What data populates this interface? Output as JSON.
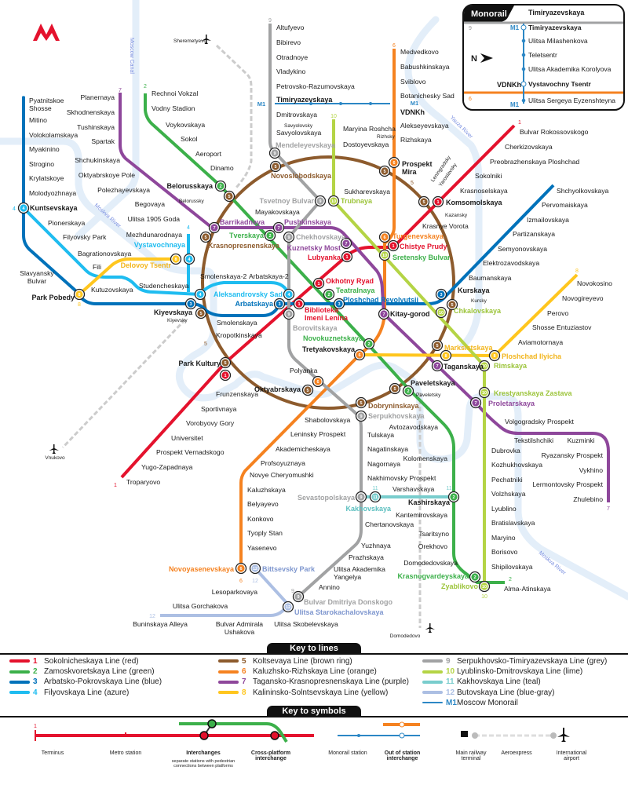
{
  "logo": "M",
  "lines": [
    {
      "num": "1",
      "name": "Sokolnicheskaya Line (red)",
      "color": "#e4122d"
    },
    {
      "num": "2",
      "name": "Zamoskvoretskaya Line (green)",
      "color": "#3cb04a"
    },
    {
      "num": "3",
      "name": "Arbatsko-Pokrovskaya Line (blue)",
      "color": "#0072ba"
    },
    {
      "num": "4",
      "name": "Filyovskaya Line (azure)",
      "color": "#1ebcf0"
    },
    {
      "num": "5",
      "name": "Koltsevaya Line (brown ring)",
      "color": "#8d5b2d"
    },
    {
      "num": "6",
      "name": "Kaluzhsko-Rizhskaya Line (orange)",
      "color": "#f58220"
    },
    {
      "num": "7",
      "name": "Tagansko-Krasnopresnenskaya Line (purple)",
      "color": "#8e479b"
    },
    {
      "num": "8",
      "name": "Kalininsko-Solntsevskaya Line (yellow)",
      "color": "#ffc61e"
    },
    {
      "num": "9",
      "name": "Serpukhovsko-Timiryazevskaya Line (grey)",
      "color": "#a1a2a3"
    },
    {
      "num": "10",
      "name": "Lyublinsko-Dmitrovskaya Line (lime)",
      "color": "#b4d445"
    },
    {
      "num": "11",
      "name": "Kakhovskaya Line (teal)",
      "color": "#79cdcd"
    },
    {
      "num": "12",
      "name": "Butovskaya Line (blue-gray)",
      "color": "#acbfe3"
    },
    {
      "num": "M1",
      "name": "Moscow Monorail",
      "color": "#2c87c5"
    }
  ],
  "stations": {
    "altufyevo": "Altufyevo",
    "bibirevo": "Bibirevo",
    "otradnoye": "Otradnoye",
    "vladykino": "Vladykino",
    "petrovsko": "Petrovsko-Razumovskaya",
    "timiryazevskaya": "Timiryazevskaya",
    "dmitrovskaya": "Dmitrovskaya",
    "savyolovskaya": "Savyolovskaya",
    "mendeleyevskaya": "Mendeleyevskaya",
    "novoslobodskaya": "Novoslobodskaya",
    "medvedkovo": "Medvedkovo",
    "babushkinskaya": "Babushkinskaya",
    "sviblovo": "Sviblovo",
    "botanichesky": "Botanichesky Sad",
    "vdnkh": "VDNKh",
    "alekseyevskaya": "Alekseyevskaya",
    "rizhskaya": "Rizhskaya",
    "prospekt_mira": "Prospekt\nMira",
    "sukharevskaya": "Sukharevskaya",
    "maryina": "Maryina Roshcha",
    "dostoyevskaya": "Dostoyevskaya",
    "trubnaya": "Trubnaya",
    "tsvetnoy": "Tsvetnoy Bulvar",
    "rechnoi": "Rechnoi Vokzal",
    "vodny": "Vodny Stadion",
    "voykovskaya": "Voykovskaya",
    "sokol": "Sokol",
    "aeroport": "Aeroport",
    "dinamo": "Dinamo",
    "belorusskaya": "Belorusskaya",
    "mayakovskaya": "Mayakovskaya",
    "tverskaya": "Tverskaya",
    "planernaya": "Planernaya",
    "skhodnenskaya": "Skhodnenskaya",
    "tushinskaya": "Tushinskaya",
    "spartak": "Spartak",
    "shchukinskaya": "Shchukinskaya",
    "oktyabrskoye": "Oktyabrskoye Pole",
    "polezhayevskaya": "Polezhayevskaya",
    "begovaya": "Begovaya",
    "ulitsa1905": "Ulitsa 1905 Goda",
    "barrikadnaya": "Barrikadnaya",
    "pushkinskaya": "Pushkinskaya",
    "krasnopresnenskaya": "Krasnopresnenskaya",
    "chekhovskaya": "Chekhovskaya",
    "kuznetsky": "Kuznetsky Most",
    "lubyanka": "Lubyanka",
    "pyatnitskoe": "Pyatnitskoe\nShosse",
    "mitino": "Mitino",
    "volokolamskaya": "Volokolamskaya",
    "myakinino": "Myakinino",
    "strogino": "Strogino",
    "krylatskoye": "Krylatskoye",
    "molodyozhnaya": "Molodyozhnaya",
    "kuntsevskaya": "Kuntsevskaya",
    "slavyansky": "Slavyansky\nBulvar",
    "park_pobedy": "Park Pobedy",
    "kiyevskaya": "Kiyevskaya",
    "smolenskaya": "Smolenskaya",
    "arbatskaya": "Arbatskaya",
    "kurskaya": "Kurskaya",
    "baumanskaya": "Baumanskaya",
    "elektrozavodskaya": "Elektrozavodskaya",
    "semyonovskaya": "Semyonovskaya",
    "partizanskaya": "Partizanskaya",
    "izmailovskaya": "Izmailovskaya",
    "pervomaiskaya": "Pervomaiskaya",
    "shchyolkovskaya": "Shchyolkovskaya",
    "ploshchad_rev": "Ploshchad Revolyutsii",
    "pionerskaya": "Pionerskaya",
    "filyovsky": "Filyovsky Park",
    "bagrationovskaya": "Bagrationovskaya",
    "fili": "Fili",
    "studencheskaya": "Studencheskaya",
    "kutuzovskaya": "Kutuzovskaya",
    "mezhdunarodnaya": "Mezhdunarodnaya",
    "vystavochnaya": "Vystavochnaya",
    "delovoy": "Delovoy Tsentr",
    "smolenskaya2": "Smolenskaya-2",
    "arbatskaya2": "Arbatskaya-2",
    "aleksandrovsky": "Aleksandrovsky Sad",
    "rokossovskogo": "Bulvar Rokossovskogo",
    "cherkizovskaya": "Cherkizovskaya",
    "preobrazhenskaya": "Preobrazhenskaya Ploshchad",
    "sokolniki": "Sokolniki",
    "krasnoselskaya": "Krasnoselskaya",
    "komsomolskaya": "Komsomolskaya",
    "krasnye": "Krasnye Vorota",
    "chistye": "Chistye Prudy",
    "turgenevskaya": "Turgenevskaya",
    "sretensky": "Sretensky Bulvar",
    "okhotny": "Okhotny Ryad",
    "teatralnaya": "Teatralnaya",
    "biblioteka": "Biblioteka\nImeni Lenina",
    "borovitskaya": "Borovitskaya",
    "kropotkinskaya": "Kropotkinskaya",
    "park_kultury": "Park Kultury",
    "frunzenskaya": "Frunzenskaya",
    "sportivnaya": "Sportivnaya",
    "vorobyovy": "Vorobyovy Gory",
    "universitet": "Universitet",
    "vernadskogo": "Prospekt Vernadskogo",
    "yugo": "Yugo-Zapadnaya",
    "troparyovo": "Troparyovo",
    "kitay": "Kitay-gorod",
    "novokuznetskaya": "Novokuznetskaya",
    "tretyakovskaya": "Tretyakovskaya",
    "polyanka": "Polyanka",
    "oktyabrskaya": "Oktyabrskaya",
    "dobryninskaya": "Dobryninskaya",
    "serpukhovskaya": "Serpukhovskaya",
    "paveletskaya": "Paveletskaya",
    "shabolovskaya": "Shabolovskaya",
    "leninsky": "Leninsky Prospekt",
    "akademicheskaya": "Akademicheskaya",
    "profsoyuznaya": "Profsoyuznaya",
    "cheryomushki": "Novye Cheryomushki",
    "kaluzhskaya": "Kaluzhskaya",
    "belyayevo": "Belyayevo",
    "konkovo": "Konkovo",
    "tyoply": "Tyoply Stan",
    "yasenevo": "Yasenevo",
    "novoyasenevskaya": "Novoyasenevskaya",
    "bittsevsky": "Bittsevsky Park",
    "lesoparkovaya": "Lesoparkovaya",
    "gorchakova": "Ulitsa Gorchakova",
    "buninskaya": "Buninskaya Alleya",
    "ushakova": "Bulvar Admirala\nUshakova",
    "skobelevskaya": "Ulitsa Skobelevskaya",
    "starokachalovskaya": "Ulitsa Starokachalovskaya",
    "donskogo": "Bulvar Dmitriya Donskogo",
    "annino": "Annino",
    "yangelya": "Ulitsa Akademika\nYangelya",
    "prazhskaya": "Prazhskaya",
    "yuzhnaya": "Yuzhnaya",
    "chertanovskaya": "Chertanovskaya",
    "sevastopolskaya": "Sevastopolskaya",
    "kakhovskaya": "Kakhovskaya",
    "varshavskaya": "Varshavskaya",
    "kashirskaya": "Kashirskaya",
    "nakhimovsky": "Nakhimovsky Prospekt",
    "nagornaya": "Nagornaya",
    "nagatinskaya": "Nagatinskaya",
    "tulskaya": "Tulskaya",
    "avtozavodskaya": "Avtozavodskaya",
    "kolomenskaya": "Kolomenskaya",
    "kantemirovskaya": "Kantemirovskaya",
    "tsaritsyno": "Tsaritsyno",
    "orekhovo": "Orekhovo",
    "domodedovskaya": "Domodedovskaya",
    "krasnogvardeyskaya": "Krasnogvardeyskaya",
    "zyablikovo": "Zyablikovo",
    "alma": "Alma-Atinskaya",
    "novokosino": "Novokosino",
    "novogireyevo": "Novogireyevo",
    "perovo": "Perovo",
    "entuziastov": "Shosse Entuziastov",
    "aviamotornaya": "Aviamotornaya",
    "ilyicha": "Ploshchad Ilyicha",
    "marksistskaya": "Marksistskaya",
    "taganskaya": "Taganskaya",
    "rimskaya": "Rimskaya",
    "chkalovskaya": "Chkalovskaya",
    "krestyanskaya": "Krestyanskaya Zastava",
    "proletarskaya": "Proletarskaya",
    "volgogradsky": "Volgogradsky Prospekt",
    "tekstilshchiki": "Tekstilshchiki",
    "kuzminki": "Kuzminki",
    "ryazansky": "Ryazansky Prospekt",
    "vykhino": "Vykhino",
    "lermontovsky": "Lermontovsky Prospekt",
    "zhulebino": "Zhulebino",
    "dubrovka": "Dubrovka",
    "kozhukhovskaya": "Kozhukhovskaya",
    "pechatniki": "Pechatniki",
    "volzhskaya": "Volzhskaya",
    "lyublino": "Lyublino",
    "bratislavskaya": "Bratislavskaya",
    "maryino": "Maryino",
    "borisovo": "Borisovo",
    "shipilovskaya": "Shipilovskaya"
  },
  "terminals": {
    "savyolovsky": "Savyolovsky",
    "rizhsky": "Rizhsky",
    "belorussky": "Belorussky",
    "leningradsky": "Leningradsky",
    "yaroslavsky": "Yaroslavsky",
    "kazansky": "Kazansky",
    "kursky": "Kursky",
    "kiyevsky": "Kiyevsky",
    "paveletsky": "Paveletsky"
  },
  "airports": {
    "sheremetyevo": "Sheremetyevo",
    "vnukovo": "Vnukovo",
    "domodedovo": "Domodedovo"
  },
  "rivers": {
    "canal": "Moscow Canal",
    "moskva1": "Moskva River",
    "moskva2": "Moskva River",
    "yauza": "Yauza River"
  },
  "inset": {
    "title": "Monorail",
    "stations": [
      "Timiryazevskaya",
      "Ulitsa Milashenkova",
      "Teletsentr",
      "Ulitsa Akademika Korolyova",
      "Vystavochny Tsentr",
      "Ulitsa Sergeya Eyzenshteyna"
    ],
    "top_transfer": "Timiryazevskaya",
    "vdnkh": "VDNKh",
    "compass": "N",
    "line9": "9",
    "line6": "6",
    "m1": "M1"
  },
  "legend": {
    "lines_title": "Key to lines",
    "symbols_title": "Key to symbols",
    "symbols": {
      "terminus": "Terminus",
      "metro_station": "Metro station",
      "interchanges": "Interchanges",
      "interchanges_note": "separate stations with pedestrian connections between platforms",
      "cross_platform": "Cross-platform interchange",
      "monorail_station": "Monorail station",
      "out_of_station": "Out of station interchange",
      "railway": "Main railway terminal",
      "aeroexpress": "Aeroexpress",
      "airport": "International airport"
    }
  }
}
